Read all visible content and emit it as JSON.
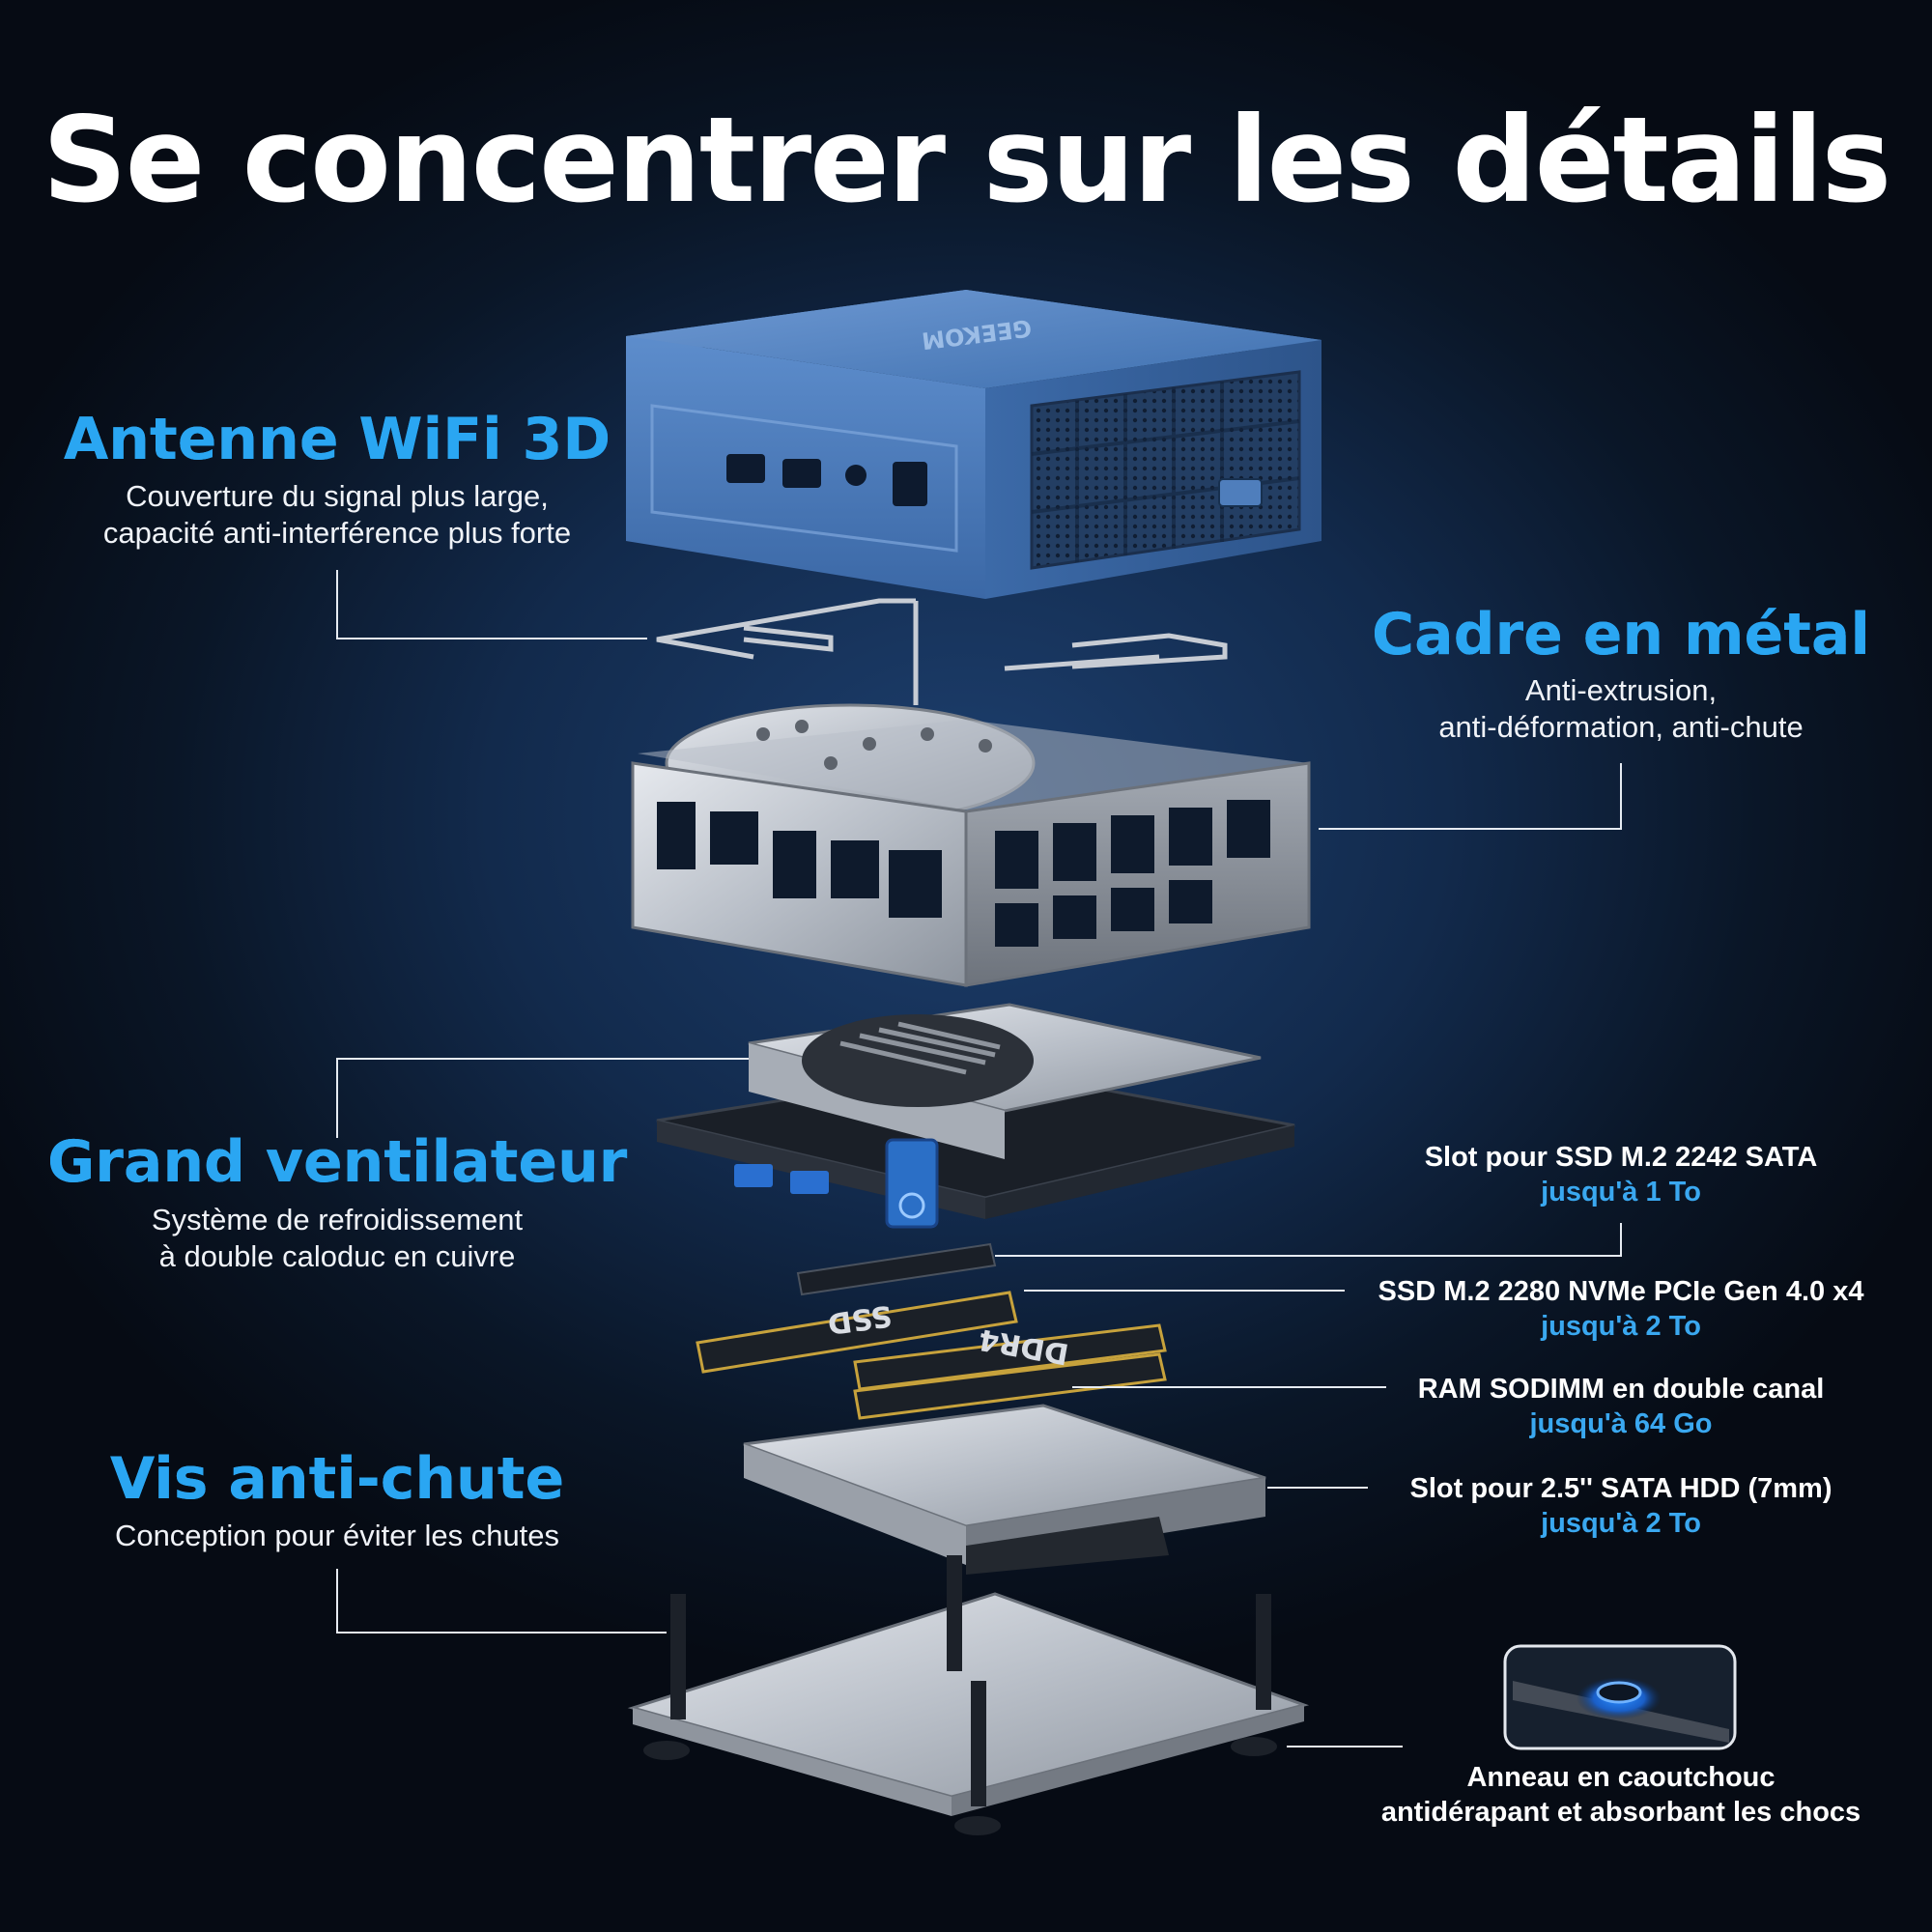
{
  "title": "Se concentrer sur les détails",
  "brand": "GEEKOM",
  "features": {
    "wifi": {
      "title": "Antenne WiFi 3D",
      "line1": "Couverture du signal plus large,",
      "line2": "capacité anti-interférence plus forte"
    },
    "frame": {
      "title": "Cadre en métal",
      "line1": "Anti-extrusion,",
      "line2": "anti-déformation, anti-chute"
    },
    "fan": {
      "title": "Grand ventilateur",
      "line1": "Système de refroidissement",
      "line2": "à double caloduc en cuivre"
    },
    "screws": {
      "title": "Vis anti-chute",
      "line1": "Conception pour éviter les chutes"
    }
  },
  "specs": {
    "sata_ssd": {
      "label": "Slot pour SSD M.2 2242 SATA",
      "capacity": "jusqu'à 1 To"
    },
    "nvme": {
      "label": "SSD M.2 2280 NVMe PCIe Gen 4.0 x4",
      "capacity": "jusqu'à 2 To"
    },
    "ram": {
      "label": "RAM SODIMM en double canal",
      "capacity": "jusqu'à 64 Go"
    },
    "hdd": {
      "label": "Slot pour 2.5'' SATA HDD (7mm)",
      "capacity": "jusqu'à 2 To"
    },
    "rubber": {
      "line1": "Anneau en caoutchouc",
      "line2": "antidérapant et absorbant les chocs"
    }
  },
  "chips": {
    "ssd": "SSD",
    "ddr": "DDR4"
  },
  "colors": {
    "accent": "#2aa6f2",
    "case_blue": "#3f74b8",
    "metal": "#c9ced6"
  }
}
